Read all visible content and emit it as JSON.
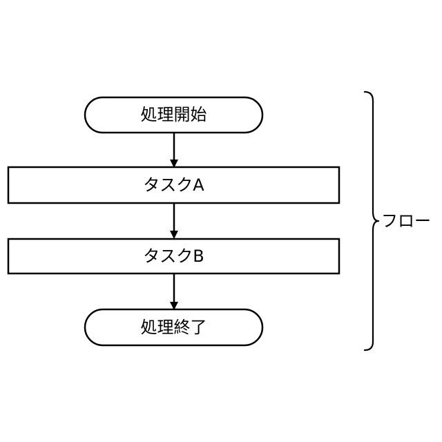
{
  "flow": {
    "start_label": "処理開始",
    "task_a_label": "タスクA",
    "task_b_label": "タスクB",
    "end_label": "処理終了",
    "group_label": "フロー"
  },
  "colors": {
    "stroke": "#000000",
    "background": "#ffffff"
  }
}
